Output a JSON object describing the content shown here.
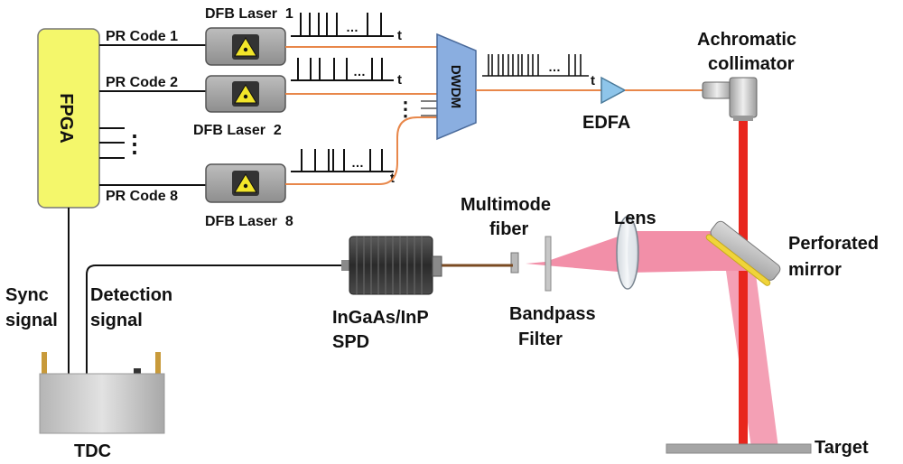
{
  "fpga": {
    "label": "FPGA"
  },
  "pr_codes": {
    "code1": "PR Code 1",
    "code2": "PR Code 2",
    "code8": "PR Code 8"
  },
  "lasers": {
    "laser1": "DFB Laser  1",
    "laser2": "DFB Laser  2",
    "laser8": "DFB Laser  8"
  },
  "time_axis_label": "t",
  "ellipsis": "…",
  "vertical_ellipsis": "⋮",
  "dwdm": {
    "label": "DWDM"
  },
  "edfa": {
    "label": "EDFA"
  },
  "collimator": {
    "line1": "Achromatic",
    "line2": "collimator"
  },
  "perforated_mirror": {
    "line1": "Perforated",
    "line2": "mirror"
  },
  "target": {
    "label": "Target"
  },
  "lens": {
    "label": "Lens"
  },
  "multimode_fiber": {
    "line1": "Multimode",
    "line2": "fiber"
  },
  "bandpass_filter": {
    "line1": "Bandpass",
    "line2": "Filter"
  },
  "spd": {
    "line1": "InGaAs/InP",
    "line2": "SPD"
  },
  "sync_signal": {
    "line1": "Sync",
    "line2": "signal"
  },
  "detection_signal": {
    "line1": "Detection",
    "line2": "signal"
  },
  "tdc": {
    "label": "TDC"
  },
  "colors": {
    "fpga_fill": "#f4f76b",
    "laser_fill": "#a9a9a9",
    "dwdm_fill": "#8aaee0",
    "edfa_fill": "#8ec5ea",
    "fiber_orange": "#e8874a",
    "beam_red": "#e8261d",
    "beam_pink": "#f28fa8",
    "mirror_gold": "#f0d43a",
    "tdc_gray": "#c8c8c8",
    "spd_dark": "#3a3a3a"
  }
}
